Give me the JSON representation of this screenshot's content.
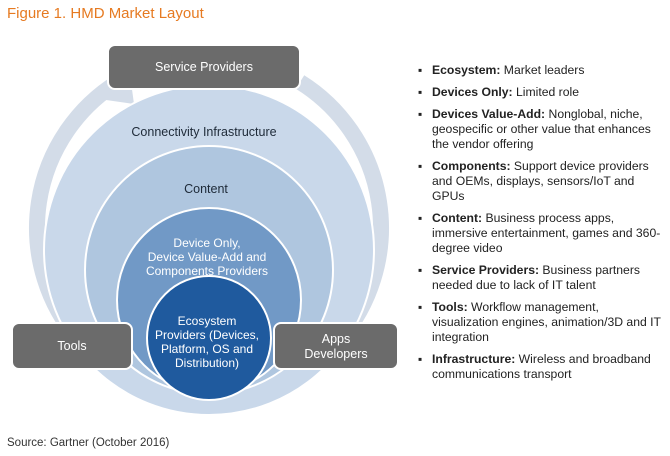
{
  "figure": {
    "title": "Figure 1. HMD Market Layout",
    "source": "Source: Gartner (October 2016)"
  },
  "diagram": {
    "top_box": "Service Providers",
    "left_box": "Tools",
    "right_box": {
      "line1": "Apps",
      "line2": "Developers"
    },
    "rings": {
      "connectivity": "Connectivity Infrastructure",
      "content": "Content",
      "devices": {
        "line1": "Device Only,",
        "line2": "Device Value-Add and",
        "line3": "Components Providers"
      },
      "ecosystem": {
        "line1": "Ecosystem",
        "line2": "Providers (Devices,",
        "line3": "Platform, OS and",
        "line4": "Distribution)"
      }
    }
  },
  "legend": [
    {
      "term": "Ecosystem:",
      "desc": " Market leaders"
    },
    {
      "term": "Devices Only:",
      "desc": " Limited role"
    },
    {
      "term": "Devices Value-Add:",
      "desc": " Nonglobal, niche, geospecific or other value that enhances the vendor offering"
    },
    {
      "term": "Components:",
      "desc": " Support device providers and OEMs, displays, sensors/IoT and GPUs"
    },
    {
      "term": "Content:",
      "desc": " Business process apps, immersive entertainment, games and 360-degree video"
    },
    {
      "term": "Service Providers:",
      "desc": " Business partners needed due to lack of IT talent"
    },
    {
      "term": "Tools:",
      "desc": " Workflow management, visualization engines, animation/3D and IT integration"
    },
    {
      "term": "Infrastructure:",
      "desc": " Wireless and broadband communications transport"
    }
  ],
  "colors": {
    "title": "#e67a21",
    "outer_ring": "#d8e2ef",
    "ring_connectivity": "#c5d5e8",
    "ring_content": "#a9c1dc",
    "ring_devices": "#6d94c2",
    "ring_ecosystem": "#2c5f9e",
    "box": "#6b6b6b",
    "arrow": "#d6dfe9"
  }
}
